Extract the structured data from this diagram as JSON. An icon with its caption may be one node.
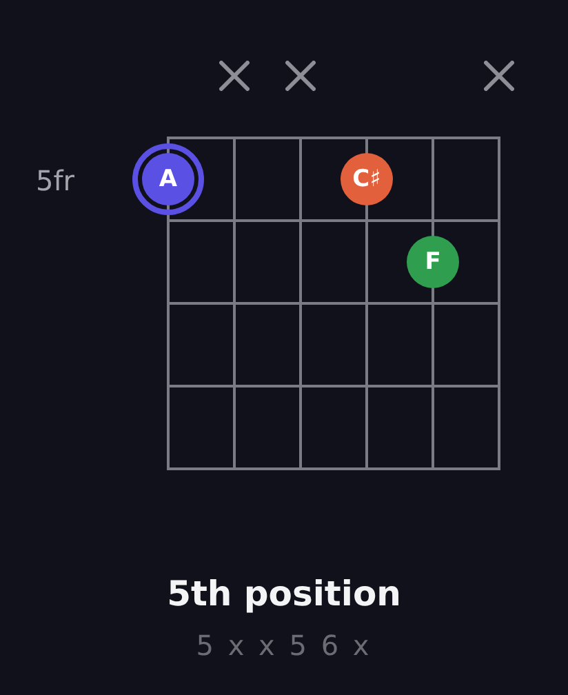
{
  "diagram": {
    "title": "5th position",
    "caption": "5 x x 5 6 x",
    "nodes": [
      {
        "text": [
          "A"
        ]
      },
      {
        "text": [
          "C♯"
        ]
      },
      {
        "text": [
          "F"
        ]
      }
    ],
    "edges": [],
    "labels": [
      "5fr"
    ]
  }
}
